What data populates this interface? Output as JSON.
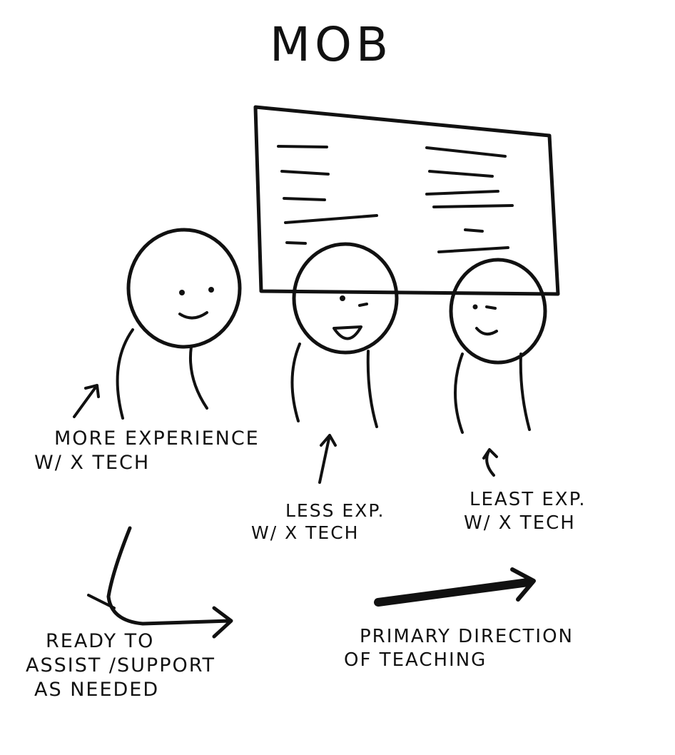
{
  "title": "MOB",
  "labels": {
    "more_experience": [
      "MORE EXPERIENCE",
      "W/ x TECH"
    ],
    "less_experience": [
      "LESS EXP.",
      "W/ X TECH"
    ],
    "least_experience": [
      "LEAST EXP.",
      "W/ x TECH"
    ],
    "ready_to_assist": [
      "READY TO",
      "ASSIST /SUPPORT",
      "AS NEEDED"
    ],
    "primary_direction": [
      "PRIMARY DIRECTION",
      "OF TEACHING"
    ]
  },
  "colors": {
    "ink": "#111111",
    "background": "#ffffff"
  }
}
